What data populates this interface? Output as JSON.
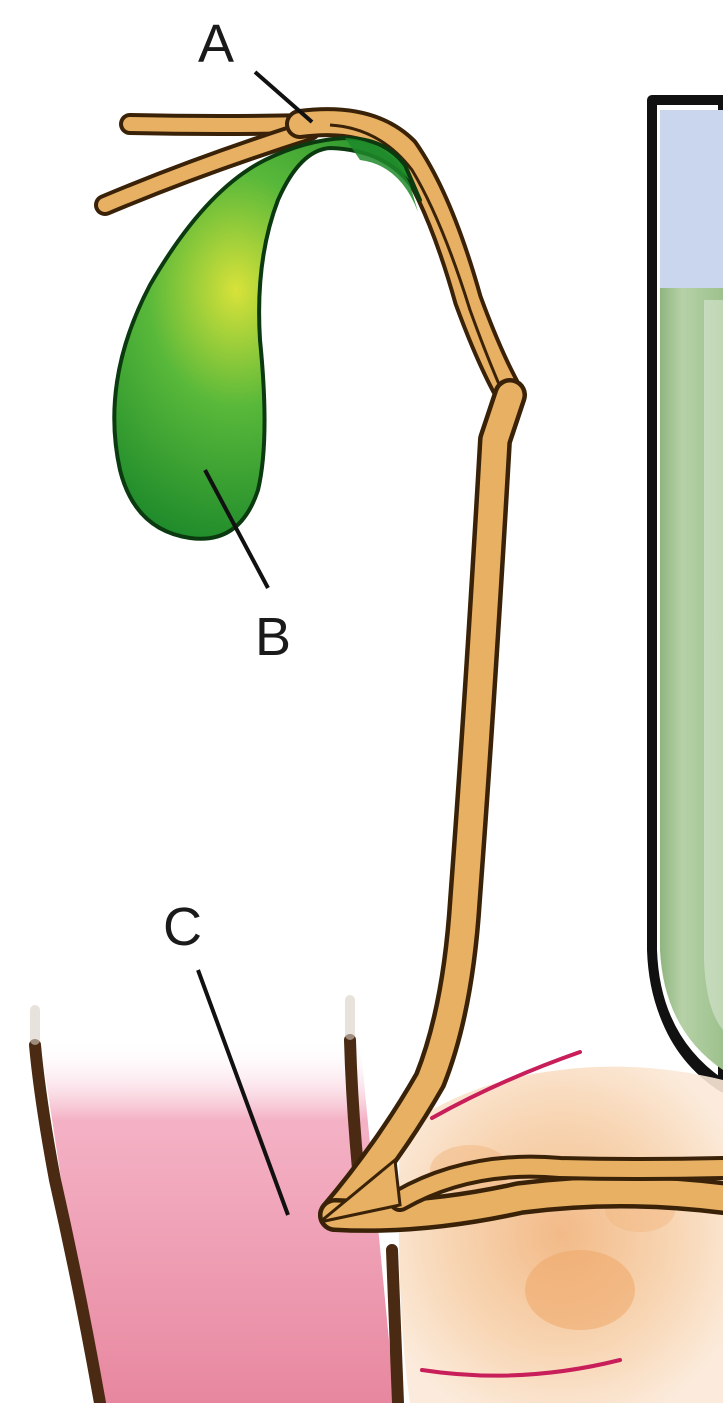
{
  "labels": {
    "a": "A",
    "b": "B",
    "c": "C"
  },
  "colors": {
    "duct": "#e8b062",
    "duct_outline": "#3a2208",
    "gallbladder_center": "#d8e23a",
    "gallbladder_mid": "#4cb63a",
    "gallbladder_edge": "#1e8a2a",
    "tube_liquid": "#a8c79a",
    "tube_air": "#c9d6ee",
    "tube_outline": "#111111",
    "duodenum": "#e88aa8",
    "tissue_wall": "#4a2a12",
    "pancreas": "#f3c08e",
    "vessel": "#c81e5a"
  }
}
